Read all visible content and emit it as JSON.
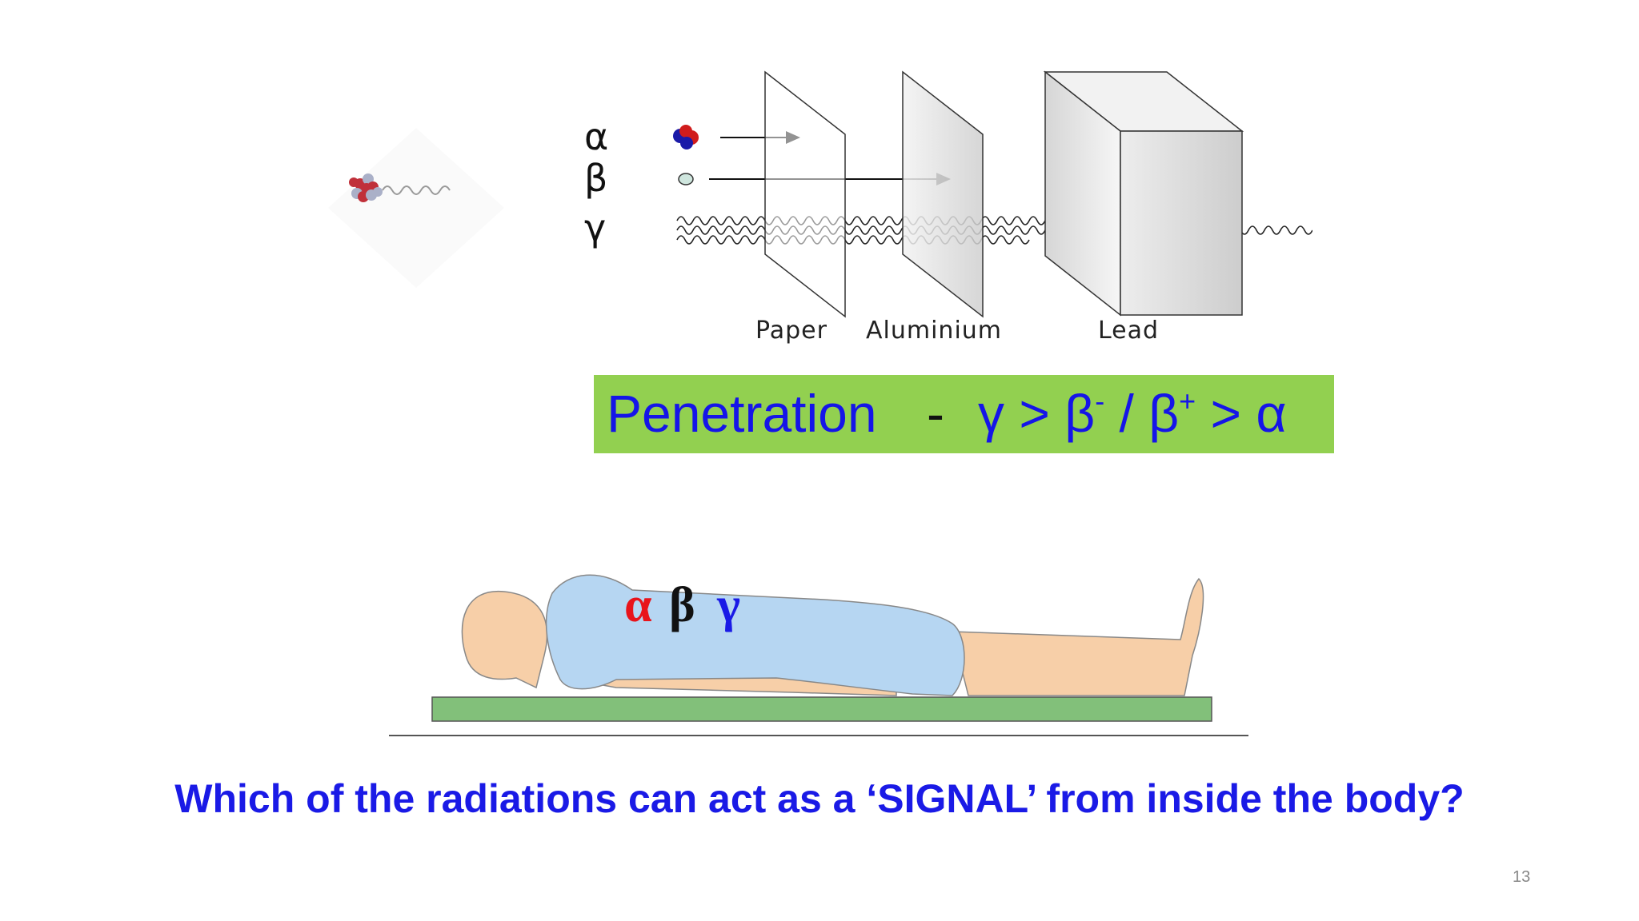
{
  "diagram": {
    "radiation_symbols": [
      "α",
      "β",
      "γ"
    ],
    "shield_labels": [
      "Paper",
      "Aluminium",
      "Lead"
    ]
  },
  "penetration": {
    "label": "Penetration",
    "dash": "-",
    "gamma": "γ",
    "gt1": " > ",
    "beta_minus": "β",
    "minus_sup": "-",
    "slash": " / ",
    "beta_plus": "β",
    "plus_sup": "+",
    "gt2": " > ",
    "alpha": "α",
    "box_color": "#92d050",
    "text_color": "#1515e8"
  },
  "patient": {
    "letters": [
      {
        "symbol": "α",
        "color": "#e8141b"
      },
      {
        "symbol": "β",
        "color": "#111111"
      },
      {
        "symbol": "γ",
        "color": "#1a1ae6"
      }
    ]
  },
  "question": "Which of the radiations can act as a ‘SIGNAL’ from inside the body?",
  "slide_number": "13"
}
